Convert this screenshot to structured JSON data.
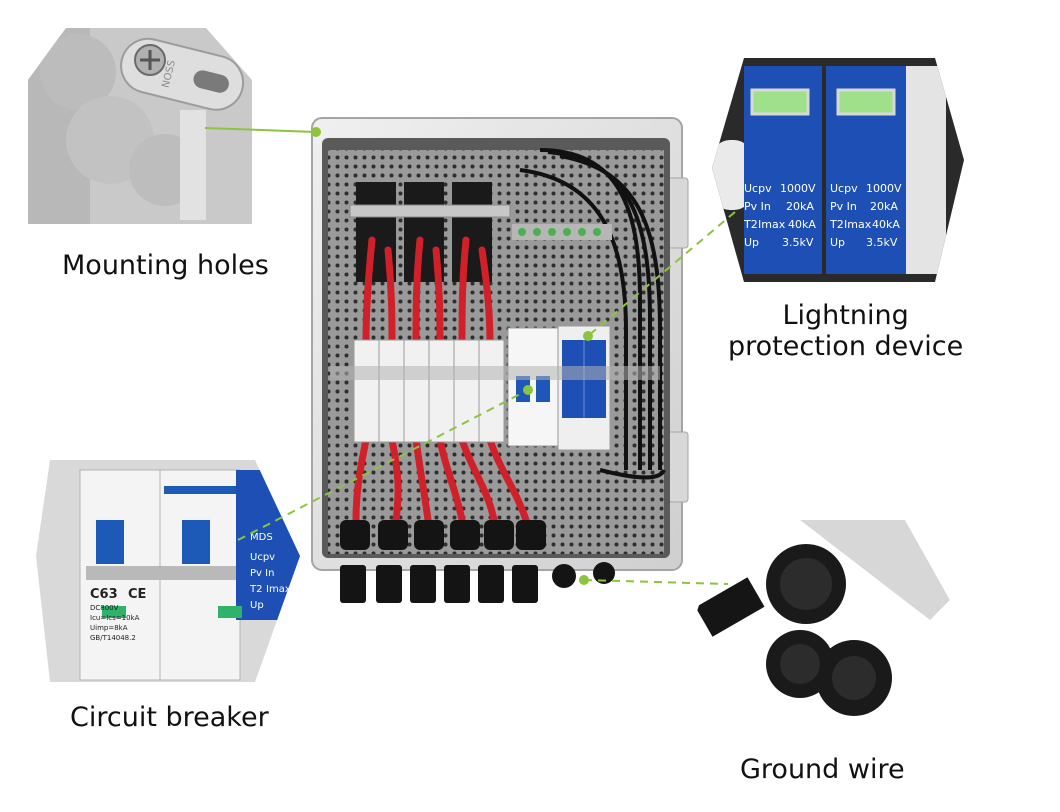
{
  "labels": {
    "mounting_holes": "Mounting holes",
    "lightning_line1": "Lightning",
    "lightning_line2": "protection device",
    "circuit_breaker": "Circuit breaker",
    "ground_wire": "Ground wire"
  },
  "spd_text": {
    "rows": [
      {
        "k": "Ucpv",
        "v": "1000V"
      },
      {
        "k": "Pv In",
        "v": "20kA"
      },
      {
        "k": "Imax",
        "v": "40kA"
      },
      {
        "k": "Up",
        "v": "3.5kV"
      }
    ],
    "t2_tag": "T2"
  },
  "breaker_text": {
    "model": "C63",
    "ce": "CE",
    "line1": "DC800V",
    "line2": "Icu=Ics=10kA",
    "line3": "Uimp=8kA",
    "line4": "GB/T14048.2",
    "side_rows": [
      "MDS",
      "Ucpv",
      "Pv In",
      "Imax",
      "Up"
    ],
    "t2_tag": "T2"
  },
  "bracket_text": "NOSS",
  "colors": {
    "accent_dot": "#8cc43c",
    "enclosure": "#e6e6e6",
    "spd_blue": "#1d4fb4",
    "wire_red": "#d0202a"
  }
}
